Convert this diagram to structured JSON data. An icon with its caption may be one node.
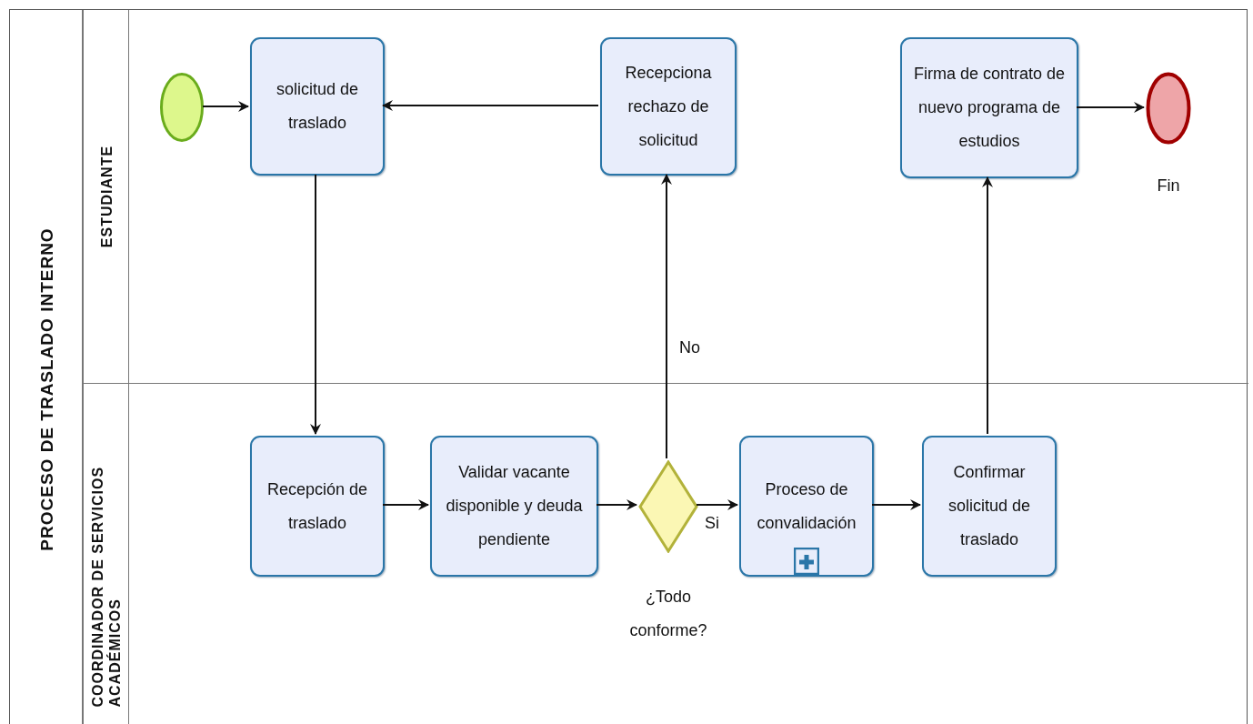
{
  "diagram": {
    "nodes": [
      {
        "text": [
          "PROCESO DE TRASLADO INTERNO"
        ]
      },
      {
        "text": [
          "ESTUDIANTE"
        ],
        "in": 0
      },
      {
        "text": [
          "COORDINADOR DE SERVICIOS ACADÉMICOS"
        ],
        "in": 0
      },
      {
        "text": [],
        "shape": "circle",
        "in": 1
      },
      {
        "text": [
          "solicitud de traslado"
        ],
        "in": 1
      },
      {
        "text": [
          "Recepciona rechazo de solicitud"
        ],
        "in": 1
      },
      {
        "text": [
          "Firma de contrato de nuevo programa de estudios"
        ],
        "in": 1
      },
      {
        "text": [],
        "shape": "circle",
        "beside": [
          "Fin"
        ],
        "in": 1
      },
      {
        "text": [
          "Recepción de traslado"
        ],
        "in": 2
      },
      {
        "text": [
          "Validar vacante disponible y deuda pendiente"
        ],
        "in": 2
      },
      {
        "text": [],
        "shape": "diamond",
        "beside": [
          "¿Todo conforme?"
        ],
        "in": 2
      },
      {
        "text": [
          "Proceso de convalidación"
        ],
        "in": 2
      },
      {
        "text": [
          "Confirmar solicitud de traslado"
        ],
        "in": 2
      }
    ],
    "edges": [
      {
        "from": 3,
        "to": 4,
        "arrow": "to"
      },
      {
        "from": 5,
        "to": 4,
        "arrow": "to"
      },
      {
        "from": 6,
        "to": 7,
        "arrow": "to"
      },
      {
        "from": 4,
        "to": 8,
        "arrow": "to"
      },
      {
        "from": 8,
        "to": 9,
        "arrow": "to"
      },
      {
        "from": 9,
        "to": 10,
        "arrow": "to"
      },
      {
        "from": 10,
        "to": 5,
        "arrow": "to",
        "label": "No"
      },
      {
        "from": 10,
        "to": 11,
        "arrow": "to",
        "label": "Si"
      },
      {
        "from": 11,
        "to": 12,
        "arrow": "to"
      },
      {
        "from": 12,
        "to": 6,
        "arrow": "to"
      }
    ]
  }
}
